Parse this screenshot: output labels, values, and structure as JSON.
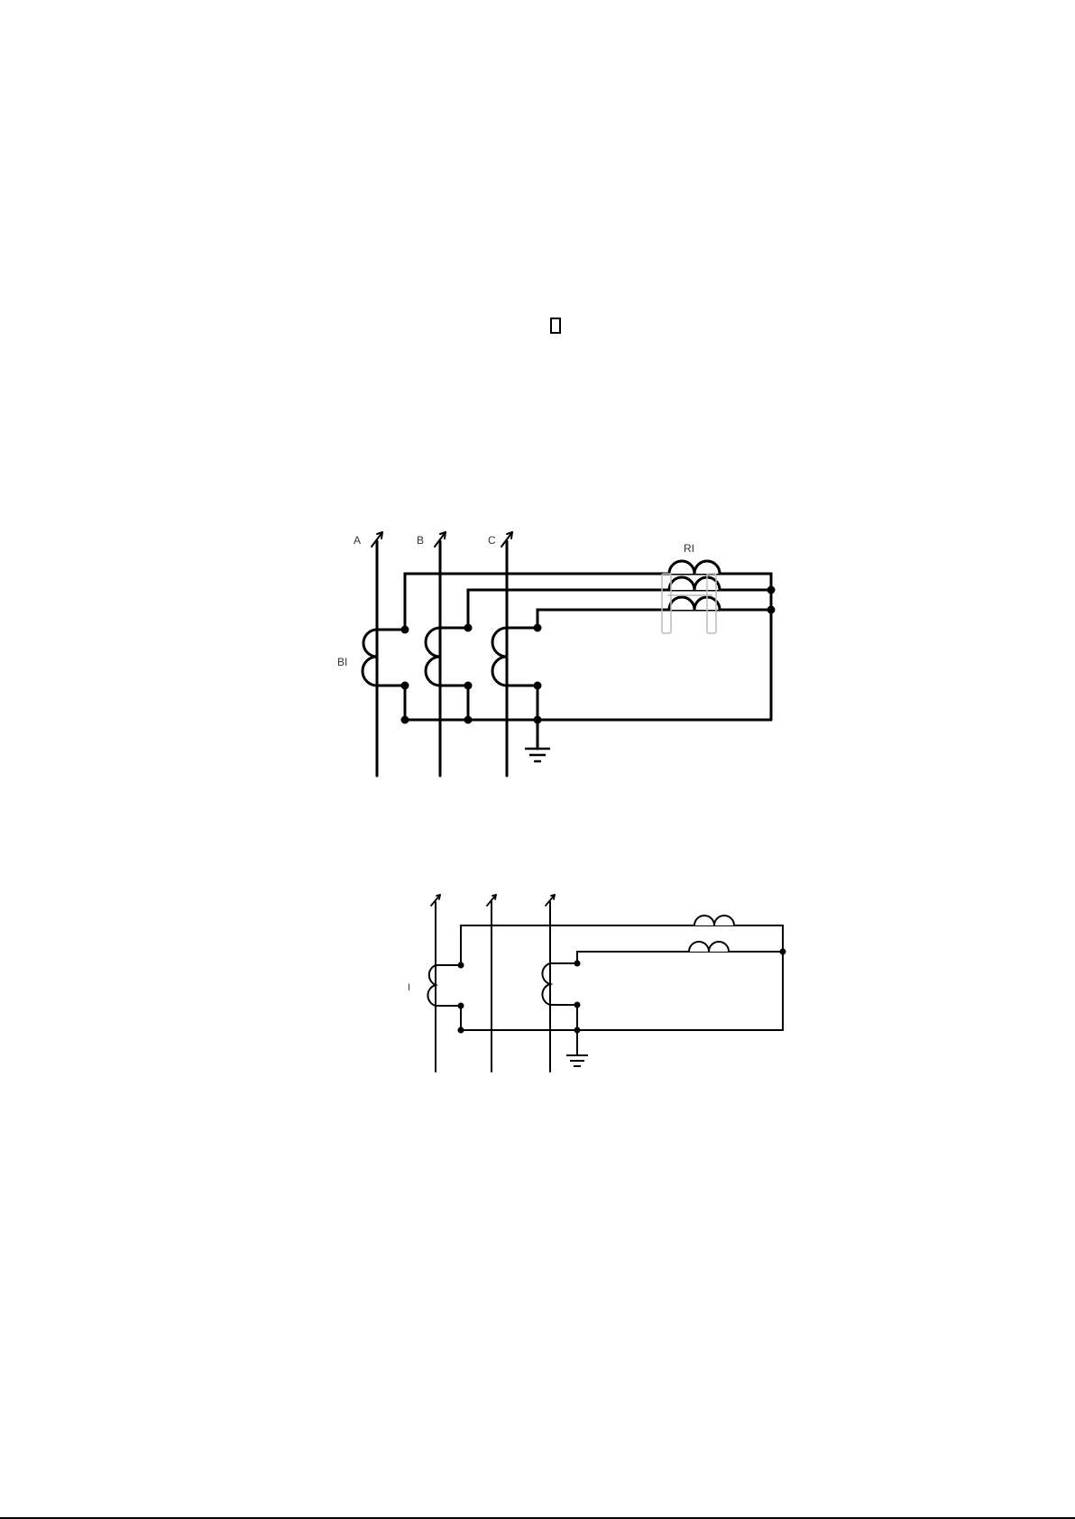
{
  "page": {
    "placeholder_glyph": "□"
  },
  "diagram1": {
    "phase_labels": [
      "A",
      "B",
      "C"
    ],
    "ct_label": "BI",
    "relay_label": "RI"
  },
  "diagram2": {
    "ct_label": "I"
  },
  "colors": {
    "line": "#000000",
    "ghost": "#bbbbbb",
    "text": "#333333"
  }
}
